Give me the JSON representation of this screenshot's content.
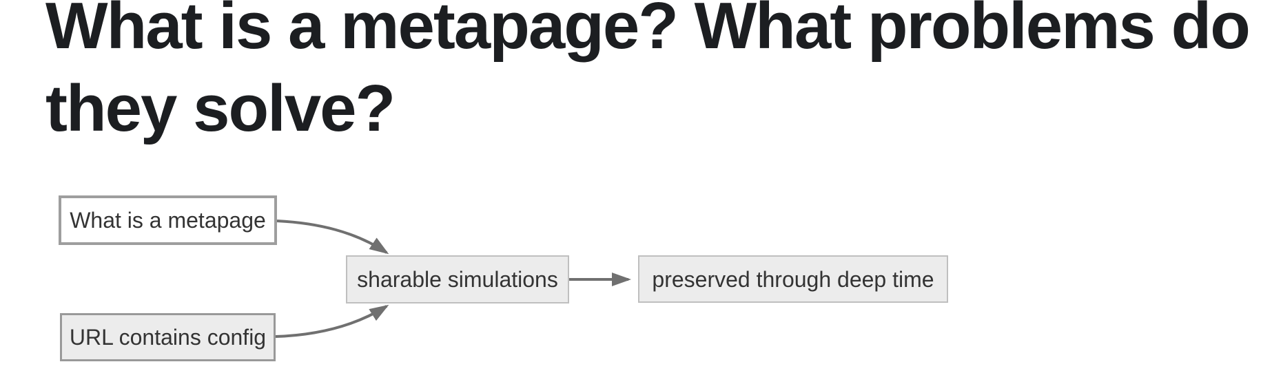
{
  "heading": {
    "line1": "What is a metapage? What problems do",
    "line2": "they solve?"
  },
  "diagram": {
    "type": "flowchart",
    "direction": "left-to-right",
    "nodes": [
      {
        "id": "what-is-a-metapage",
        "label": "What is a metapage",
        "emphasis": "highlighted-white"
      },
      {
        "id": "url-contains-config",
        "label": "URL contains config",
        "emphasis": "default"
      },
      {
        "id": "sharable-simulations",
        "label": "sharable simulations",
        "emphasis": "default"
      },
      {
        "id": "preserved-through-deep-time",
        "label": "preserved through deep time",
        "emphasis": "default"
      }
    ],
    "edges": [
      {
        "from": "what-is-a-metapage",
        "to": "sharable-simulations",
        "style": "curved"
      },
      {
        "from": "url-contains-config",
        "to": "sharable-simulations",
        "style": "curved"
      },
      {
        "from": "sharable-simulations",
        "to": "preserved-through-deep-time",
        "style": "straight"
      }
    ]
  },
  "theme": {
    "page-bg": "#ffffff",
    "heading-color": "#1c1e21",
    "edge-color": "#707070",
    "node-default-fill": "#ececec",
    "node-default-stroke": "#999999",
    "node-highlight-fill": "#ffffff",
    "node-highlight-stroke": "#9e9e9e",
    "node-soft-stroke": "#bfbfbf",
    "node-text-color": "#333333"
  }
}
